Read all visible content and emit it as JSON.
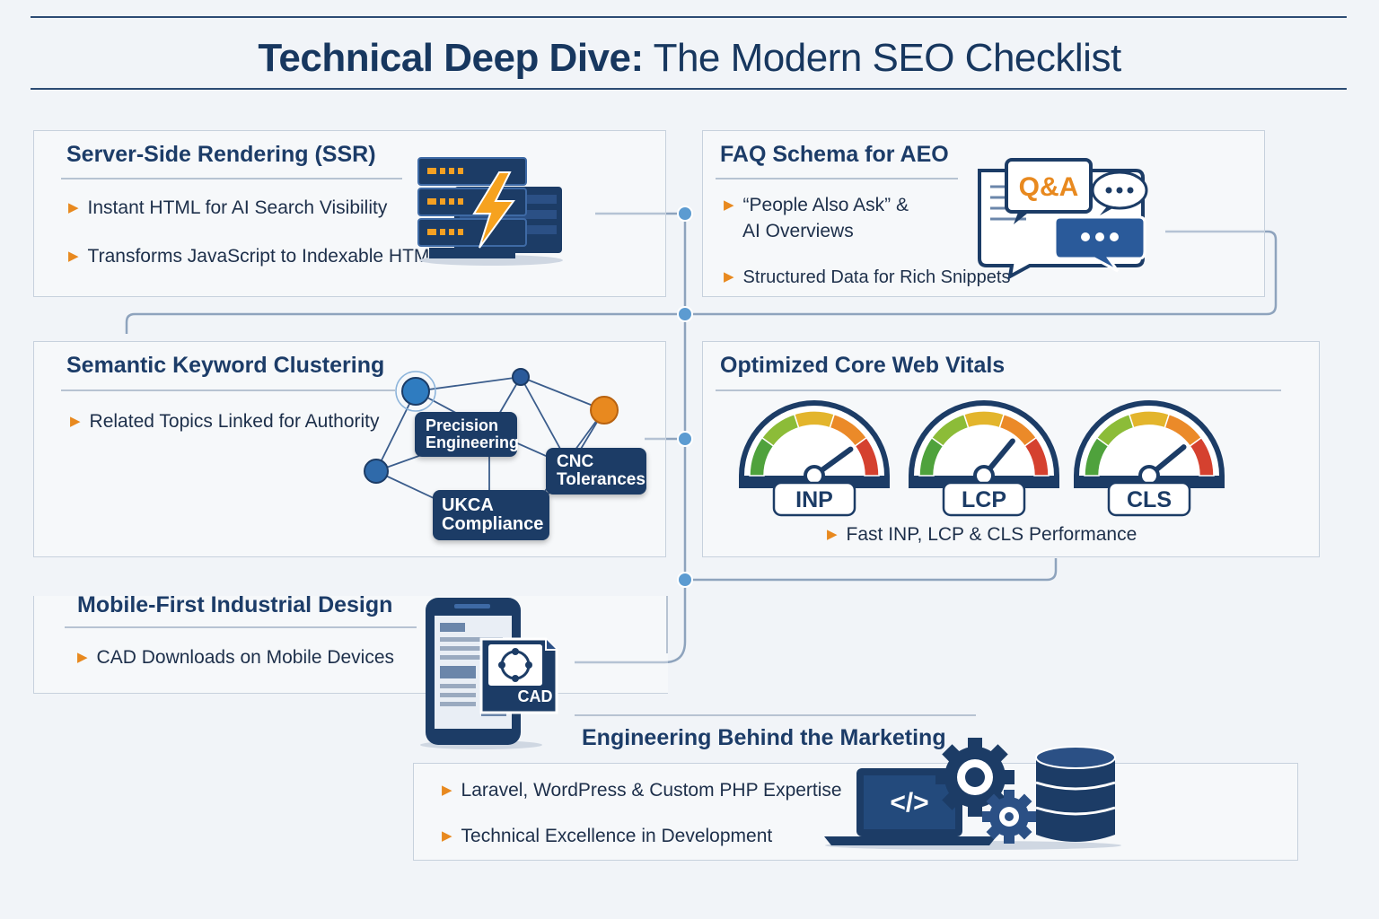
{
  "header": {
    "title_bold": "Technical Deep Dive:",
    "title_rest": " The Modern SEO Checklist"
  },
  "colors": {
    "navy": "#1c3c66",
    "accent_orange": "#e8891f",
    "connector": "#8ea3bd",
    "node_blue": "#5c9bd1"
  },
  "sections": {
    "ssr": {
      "title": "Server-Side Rendering (SSR)",
      "bullets": [
        "Instant HTML for AI Search Visibility",
        "Transforms JavaScript to Indexable HTML"
      ],
      "icon": "server-lightning-icon"
    },
    "faq": {
      "title": "FAQ Schema for AEO",
      "bullets": [
        "“People Also Ask” &",
        "AI Overviews",
        "Structured Data for Rich Snippets"
      ],
      "icon": "qa-chat-icon",
      "icon_text": "Q&A"
    },
    "semantic": {
      "title": "Semantic Keyword Clustering",
      "bullets": [
        "Related Topics Linked for Authority"
      ],
      "keywords": [
        "Precision Engineering",
        "CNC Tolerances",
        "UKCA Compliance"
      ]
    },
    "cwv": {
      "title": "Optimized Core Web Vitals",
      "bullets": [
        "Fast INP, LCP & CLS Performance"
      ],
      "gauges": [
        {
          "label": "INP",
          "level": 0.8
        },
        {
          "label": "LCP",
          "level": 0.72
        },
        {
          "label": "CLS",
          "level": 0.78
        }
      ]
    },
    "mobile": {
      "title": "Mobile-First Industrial Design",
      "bullets": [
        "CAD Downloads on Mobile Devices"
      ],
      "icon": "mobile-cad-icon",
      "icon_text": "CAD"
    },
    "engineering": {
      "title": "Engineering Behind the Marketing",
      "bullets": [
        "Laravel, WordPress & Custom PHP Expertise",
        "Technical Excellence in Development"
      ],
      "icon": "laptop-gears-database-icon",
      "icon_text": "</>"
    }
  }
}
